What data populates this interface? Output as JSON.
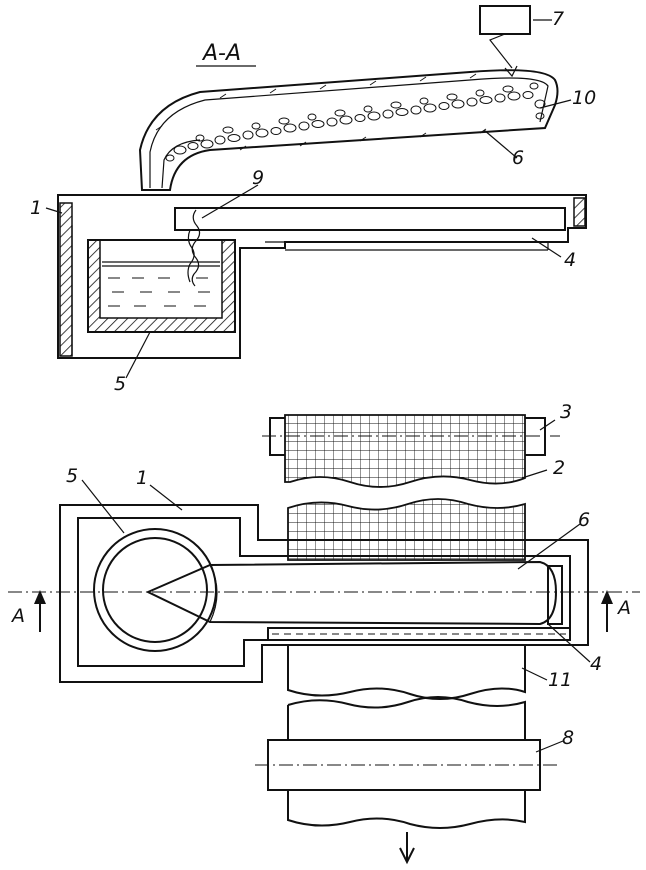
{
  "section_label": "A-A",
  "cut_marks": [
    "A",
    "A"
  ],
  "callouts": {
    "c1_top": "1",
    "c9": "9",
    "c7": "7",
    "c10": "10",
    "c6_top": "6",
    "c4_top": "4",
    "c5_top": "5",
    "c3": "3",
    "c2": "2",
    "c1_bottom": "1",
    "c5_bottom": "5",
    "c6_bottom": "6",
    "c4_bottom": "4",
    "c11": "11",
    "c8": "8"
  }
}
